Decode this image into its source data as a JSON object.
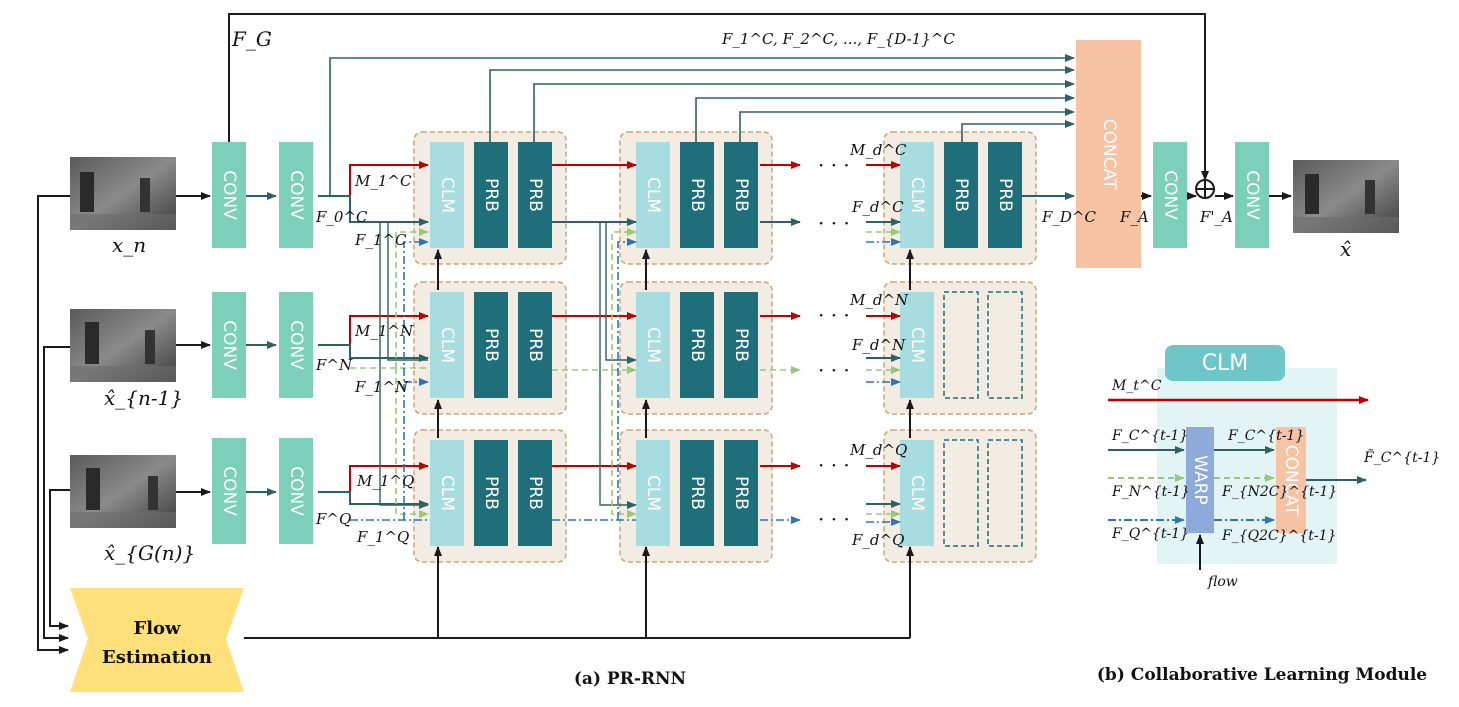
{
  "colors": {
    "conv": "#7ccfb8",
    "prb": "#1f6f7a",
    "clm": "#a7dde1",
    "concat": "#f6c3a4",
    "flow": "#ffe07a",
    "stage_bg": "#f3ece2",
    "stage_border": "#c9a77c",
    "red_arrow": "#c00000",
    "teal_arrow": "#2e6164",
    "green_dash": "#98c87a",
    "blue_dashdot": "#2e75b6",
    "warp": "#8eaadb",
    "clm_panel": "#e3f4f4",
    "clm_title": "#6ec6c9"
  },
  "blocks": {
    "conv_label": "CONV",
    "clm_label": "CLM",
    "prb_label": "PRB",
    "concat_label": "CONCAT",
    "flow_label_line1": "Flow",
    "flow_label_line2": "Estimation",
    "warp_label": "WARP"
  },
  "images": {
    "input_current": "x_n",
    "input_previous": "x̂_{n-1}",
    "input_group": "x̂_{G(n)}",
    "output": "x̂",
    "icons": [
      "frame-thumbnail-icon"
    ]
  },
  "labels": {
    "fg": "F_G",
    "feature_list": "F_1^C, F_2^C, ..., F_{D-1}^C",
    "f0c": "F_0^C",
    "fn": "F^N",
    "fq": "F^Q",
    "m1c": "M_1^C",
    "f1c": "F_1^C",
    "m1n": "M_1^N",
    "f1n": "F_1^N",
    "m1q": "M_1^Q",
    "f1q": "F_1^Q",
    "mdc": "M_d^C",
    "fdc": "F_d^C",
    "mdn": "M_d^N",
    "fdn": "F_d^N",
    "mdq": "M_d^Q",
    "fdq": "F_d^Q",
    "fDc": "F_D^C",
    "fa": "F_A",
    "fa_prime": "F'_A",
    "dots": "· · ·"
  },
  "clm_module": {
    "title": "CLM",
    "m_t": "M_t^C",
    "f_c_in": "F_C^{t-1}",
    "f_n_in": "F_N^{t-1}",
    "f_q_in": "F_Q^{t-1}",
    "f_c_warp": "F_C^{t-1}",
    "f_n2c": "F_{N2C}^{t-1}",
    "f_q2c": "F_{Q2C}^{t-1}",
    "f_out": "F̃_C^{t-1}",
    "flow": "flow"
  },
  "captions": {
    "a": "(a) PR-RNN",
    "b": "(b) Collaborative Learning Module"
  }
}
